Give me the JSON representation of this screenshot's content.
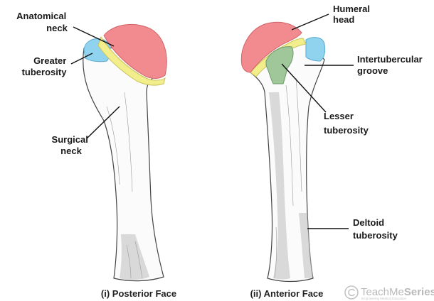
{
  "labels": {
    "anatomical_neck": [
      "Anatomical",
      "neck"
    ],
    "greater_tuberosity": [
      "Greater",
      "tuberosity"
    ],
    "surgical_neck": [
      "Surgical",
      "neck"
    ],
    "humeral_head": [
      "Humeral",
      "head"
    ],
    "intertubercular_groove": [
      "Intertubercular",
      "groove"
    ],
    "lesser_tuberosity": [
      "Lesser",
      "tuberosity"
    ],
    "deltoid_tuberosity": [
      "Deltoid",
      "tuberosity"
    ]
  },
  "captions": {
    "posterior": "(i) Posterior Face",
    "anterior": "(ii) Anterior Face"
  },
  "brand": {
    "logo_letter": "C",
    "name_plain": "TeachMe",
    "name_bold": "Series",
    "tagline": "Empowering Medical Education"
  },
  "colors": {
    "humeral_head": "#f28b8f",
    "anatomical_neck": "#f2ee8c",
    "greater_tuberosity": "#8fd3ef",
    "lesser_tuberosity": "#9fc79a"
  }
}
